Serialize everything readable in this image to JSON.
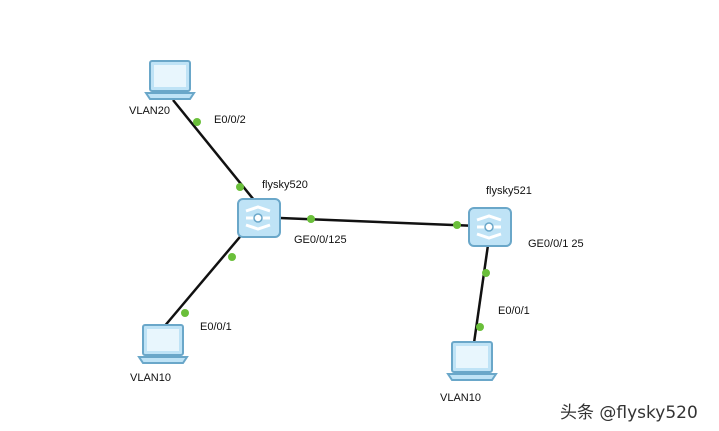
{
  "nodes": {
    "pc_top": {
      "label": "VLAN20",
      "icon": "laptop-icon"
    },
    "pc_left_bottom": {
      "label": "VLAN10",
      "icon": "laptop-icon"
    },
    "pc_right_bottom": {
      "label": "VLAN10",
      "icon": "laptop-icon"
    },
    "switch_520": {
      "label": "flysky520",
      "icon": "switch-icon"
    },
    "switch_521": {
      "label": "flysky521",
      "icon": "switch-icon"
    }
  },
  "ports": {
    "pc_top_link": "E0/0/2",
    "left_bottom_link": "E0/0/1",
    "trunk_520": "GE0/0/125",
    "trunk_521": "GE0/0/1 25",
    "right_bottom_link": "E0/0/1"
  },
  "watermark": "头条 @flysky520",
  "colors": {
    "link": "#111111",
    "port_dot": "#6abf3a",
    "device_fill": "#bfe3f6",
    "device_stroke": "#6aa7c9"
  }
}
